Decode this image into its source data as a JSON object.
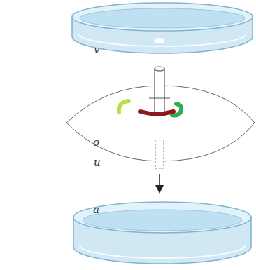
{
  "diagram": {
    "labels": [
      "v",
      "o",
      "u",
      "a"
    ]
  }
}
